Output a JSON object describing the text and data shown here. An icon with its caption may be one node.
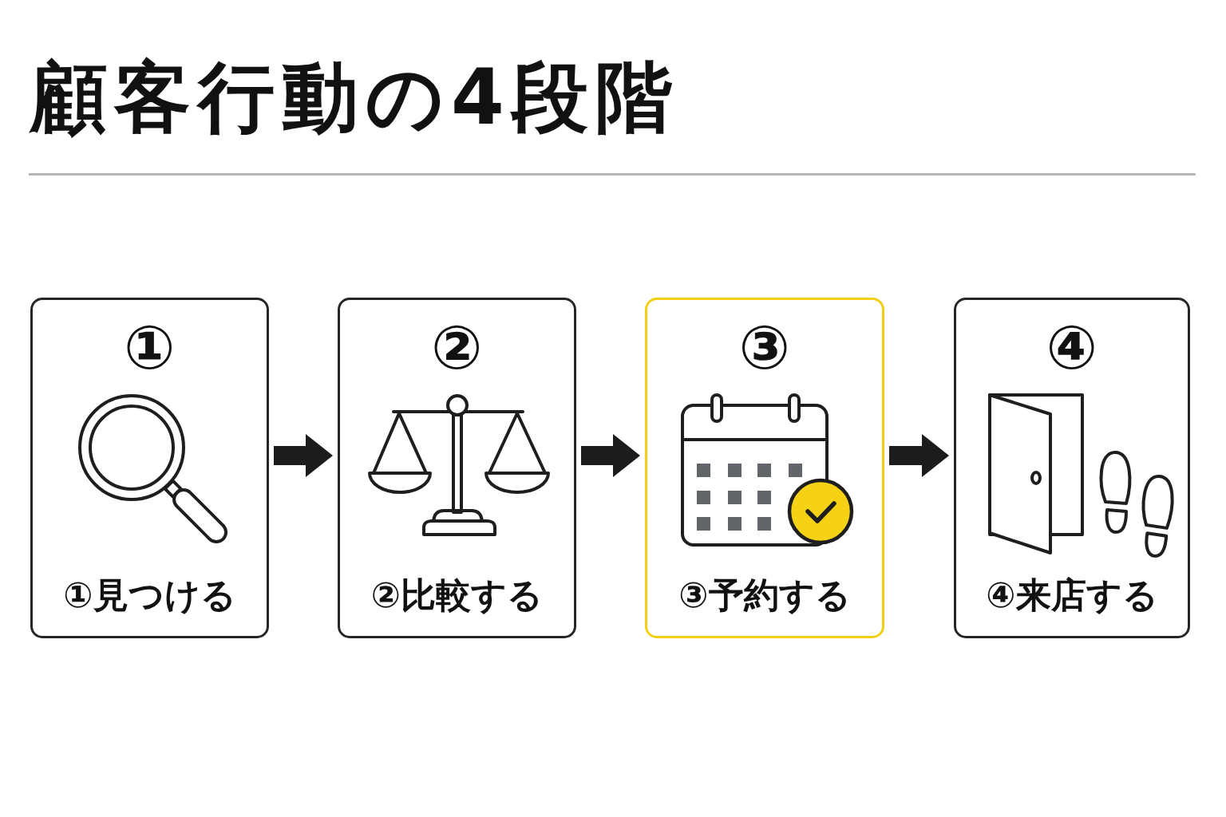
{
  "diagram": {
    "title": "顧客行動の4段階",
    "nodes": [
      {
        "text": [
          "①",
          "①見つける"
        ]
      },
      {
        "text": [
          "②",
          "②比較する"
        ]
      },
      {
        "text": [
          "③",
          "③予約する"
        ]
      },
      {
        "text": [
          "④",
          "④来店する"
        ]
      }
    ],
    "edges": [
      {
        "from": 0,
        "to": 1,
        "arrow": "to"
      },
      {
        "from": 1,
        "to": 2,
        "arrow": "to"
      },
      {
        "from": 2,
        "to": 3,
        "arrow": "to"
      }
    ]
  }
}
